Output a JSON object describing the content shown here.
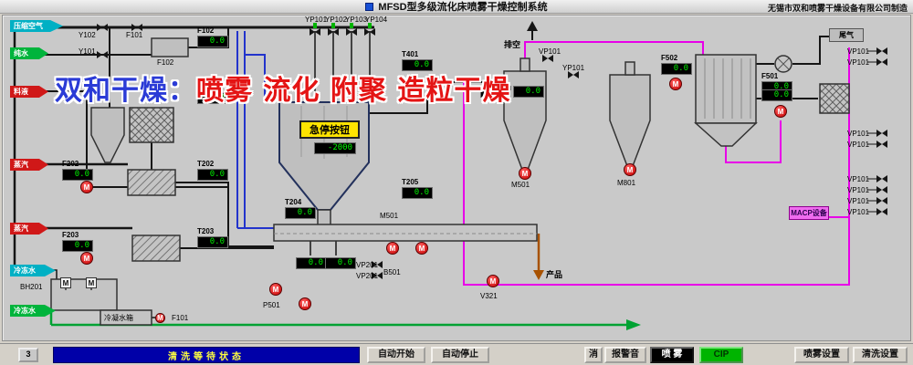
{
  "titlebar": {
    "title": "MFSD型多级流化床喷雾干燥控制系统",
    "manufacturer": "无锡市双和喷雾干燥设备有限公司制造"
  },
  "watermark": {
    "part1": "双和干燥：",
    "part2": "喷雾 流化 附聚 造粒干燥"
  },
  "emergency_button": "急停按钮",
  "icons": {
    "pump_letter": "M",
    "agitator_letter": "M"
  },
  "streams": [
    {
      "label": "压缩空气",
      "color": "#00b0c4"
    },
    {
      "label": "纯水",
      "color": "#00b43c"
    },
    {
      "label": "料液",
      "color": "#d01818"
    },
    {
      "label": "蒸汽",
      "color": "#d01818"
    },
    {
      "label": "蒸汽",
      "color": "#d01818"
    },
    {
      "label": "冷冻水",
      "color": "#00b0c4"
    },
    {
      "label": "冷冻水",
      "color": "#00b43c"
    }
  ],
  "meters": [
    {
      "tag": "F102",
      "value": "0.0"
    },
    {
      "tag": "T201",
      "value": "0.0"
    },
    {
      "tag": "F202",
      "value": "0.0"
    },
    {
      "tag": "T202",
      "value": "0.0"
    },
    {
      "tag": "F203",
      "value": "0.0"
    },
    {
      "tag": "T203",
      "value": "0.0"
    },
    {
      "tag": "T204",
      "value": "0.0"
    },
    {
      "tag": "T401",
      "value": "0.0"
    },
    {
      "tag": "T205",
      "value": "0.0"
    },
    {
      "tag": "",
      "value": "-2000"
    },
    {
      "tag": "",
      "value": "0.0"
    },
    {
      "tag": "",
      "value": "0.0"
    },
    {
      "tag": "F502",
      "value": "0.0"
    },
    {
      "tag": "F501",
      "value": "0.0"
    },
    {
      "tag": "",
      "value": "0.0"
    },
    {
      "tag": "",
      "value": "0.0"
    },
    {
      "tag": "",
      "value": "0.0"
    }
  ],
  "tags": [
    {
      "text": "Y102"
    },
    {
      "text": "Y101"
    },
    {
      "text": "F101"
    },
    {
      "text": "F102"
    },
    {
      "text": "YP101"
    },
    {
      "text": "YP102"
    },
    {
      "text": "YP103"
    },
    {
      "text": "YP104"
    },
    {
      "text": "VP101"
    },
    {
      "text": "YP101"
    },
    {
      "text": "M501"
    },
    {
      "text": "M801"
    },
    {
      "text": "VP201"
    },
    {
      "text": "VP201"
    },
    {
      "text": "M501"
    },
    {
      "text": "B501"
    },
    {
      "text": "V321"
    },
    {
      "text": "BH201"
    },
    {
      "text": "F101"
    },
    {
      "text": "P501"
    }
  ],
  "right_valves": [
    {
      "label": "VP101"
    },
    {
      "label": "VP101"
    },
    {
      "label": "VP101"
    },
    {
      "label": "VP101"
    },
    {
      "label": "VP101"
    },
    {
      "label": "VP101"
    },
    {
      "label": "VP101"
    },
    {
      "label": "VP101"
    }
  ],
  "labels": {
    "vent": "排空",
    "tailgas": "尾气",
    "product": "产品",
    "condensate_tank": "冷凝水箱",
    "macp": "MACP设备"
  },
  "statusbar": {
    "icon": "3",
    "text": "清洗等待状态"
  },
  "buttons": {
    "auto_start": "自动开始",
    "auto_stop": "自动停止",
    "mute": "消",
    "alarm": "报警音",
    "spray": "喷 雾",
    "cip": "CIP",
    "spray_settings": "喷雾设置",
    "clean_settings": "清洗设置"
  }
}
